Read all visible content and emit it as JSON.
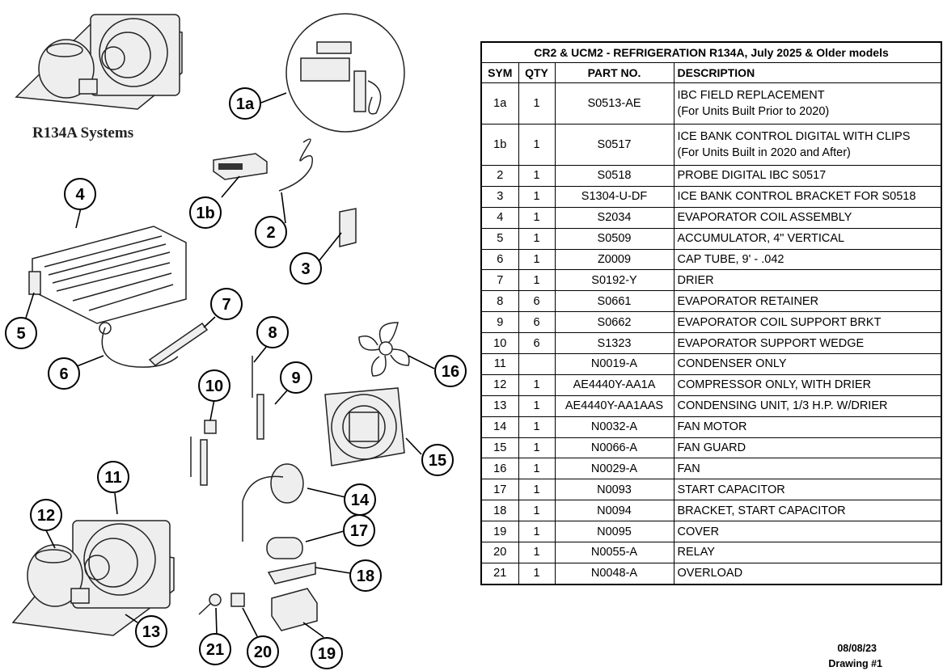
{
  "caption": "R134A Systems",
  "table": {
    "title": "CR2 & UCM2 - REFRIGERATION R134A, July 2025 & Older models",
    "headers": {
      "sym": "SYM",
      "qty": "QTY",
      "part": "PART NO.",
      "desc": "DESCRIPTION"
    },
    "rows": [
      {
        "sym": "1a",
        "qty": "1",
        "part": "S0513-AE",
        "desc": "IBC FIELD REPLACEMENT",
        "desc2": "(For Units Built Prior to 2020)"
      },
      {
        "sym": "1b",
        "qty": "1",
        "part": "S0517",
        "desc": "ICE BANK CONTROL DIGITAL WITH CLIPS",
        "desc2": "(For Units Built in 2020 and After)"
      },
      {
        "sym": "2",
        "qty": "1",
        "part": "S0518",
        "desc": "PROBE DIGITAL IBC S0517"
      },
      {
        "sym": "3",
        "qty": "1",
        "part": "S1304-U-DF",
        "desc": "ICE BANK CONTROL BRACKET FOR S0518"
      },
      {
        "sym": "4",
        "qty": "1",
        "part": "S2034",
        "desc": "EVAPORATOR COIL ASSEMBLY"
      },
      {
        "sym": "5",
        "qty": "1",
        "part": "S0509",
        "desc": "ACCUMULATOR, 4\" VERTICAL"
      },
      {
        "sym": "6",
        "qty": "1",
        "part": "Z0009",
        "desc": "CAP TUBE, 9' - .042"
      },
      {
        "sym": "7",
        "qty": "1",
        "part": "S0192-Y",
        "desc": "DRIER"
      },
      {
        "sym": "8",
        "qty": "6",
        "part": "S0661",
        "desc": "EVAPORATOR RETAINER"
      },
      {
        "sym": "9",
        "qty": "6",
        "part": "S0662",
        "desc": "EVAPORATOR COIL SUPPORT BRKT"
      },
      {
        "sym": "10",
        "qty": "6",
        "part": "S1323",
        "desc": "EVAPORATOR SUPPORT WEDGE"
      },
      {
        "sym": "11",
        "qty": "",
        "part": "N0019-A",
        "desc": "CONDENSER ONLY"
      },
      {
        "sym": "12",
        "qty": "1",
        "part": "AE4440Y-AA1A",
        "desc": "COMPRESSOR ONLY, WITH DRIER"
      },
      {
        "sym": "13",
        "qty": "1",
        "part": "AE4440Y-AA1AAS",
        "desc": "CONDENSING UNIT, 1/3 H.P. W/DRIER"
      },
      {
        "sym": "14",
        "qty": "1",
        "part": "N0032-A",
        "desc": "FAN MOTOR"
      },
      {
        "sym": "15",
        "qty": "1",
        "part": "N0066-A",
        "desc": "FAN GUARD"
      },
      {
        "sym": "16",
        "qty": "1",
        "part": "N0029-A",
        "desc": "FAN"
      },
      {
        "sym": "17",
        "qty": "1",
        "part": "N0093",
        "desc": "START CAPACITOR"
      },
      {
        "sym": "18",
        "qty": "1",
        "part": "N0094",
        "desc": "BRACKET, START CAPACITOR"
      },
      {
        "sym": "19",
        "qty": "1",
        "part": "N0095",
        "desc": "COVER"
      },
      {
        "sym": "20",
        "qty": "1",
        "part": "N0055-A",
        "desc": "RELAY"
      },
      {
        "sym": "21",
        "qty": "1",
        "part": "N0048-A",
        "desc": "OVERLOAD"
      }
    ]
  },
  "callouts": [
    "1a",
    "1b",
    "2",
    "3",
    "4",
    "5",
    "6",
    "7",
    "8",
    "9",
    "10",
    "11",
    "12",
    "13",
    "14",
    "15",
    "16",
    "17",
    "18",
    "19",
    "20",
    "21"
  ],
  "footer": {
    "date": "08/08/23",
    "drawing": "Drawing #1"
  }
}
